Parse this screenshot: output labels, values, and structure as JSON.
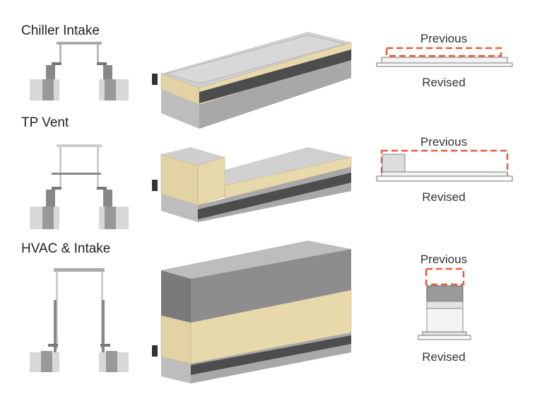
{
  "sections": [
    {
      "title": "Chiller Intake",
      "previous_label": "Previous",
      "revised_label": "Revised"
    },
    {
      "title": "TP Vent",
      "previous_label": "Previous",
      "revised_label": "Revised"
    },
    {
      "title": "HVAC & Intake",
      "previous_label": "Previous",
      "revised_label": "Revised"
    }
  ],
  "colors": {
    "concrete": "#b4b4b4",
    "concrete_dark": "#9a9a9a",
    "louver": "#5a5a5a",
    "tan_panel": "#e3d3a4",
    "dashed_previous": "#e85a3c",
    "section_gray": "#8a8a8a"
  }
}
